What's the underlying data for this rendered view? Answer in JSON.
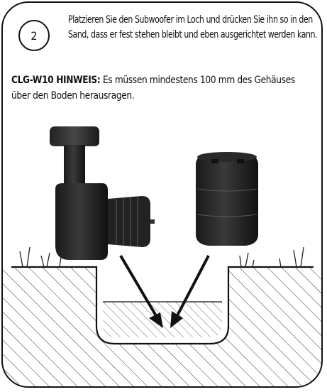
{
  "step": {
    "number": "2",
    "text": "Platzieren Sie den Subwoofer im Loch und drücken Sie ihn so in den Sand, dass er fest stehen bleibt und eben ausgerichtet werden kann."
  },
  "note": {
    "label": "CLG-W10 HINWEIS:",
    "text": " Es müssen mindestens 100 mm des Gehäuses über den Boden herausragen."
  }
}
